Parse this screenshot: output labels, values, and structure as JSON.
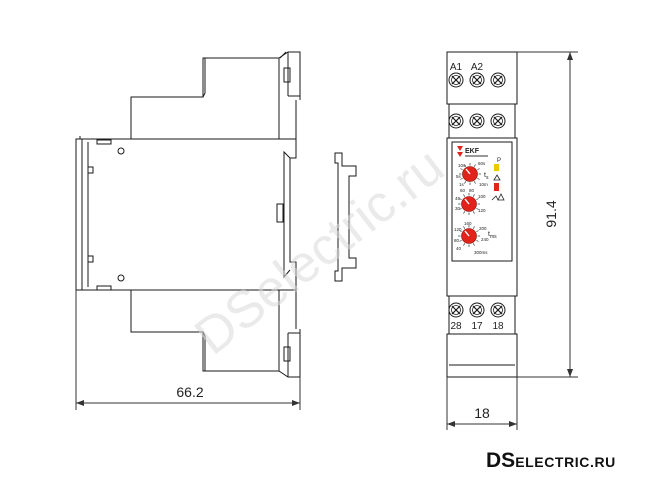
{
  "dimensions": {
    "width": "66.2",
    "front_width": "18",
    "height": "91.4"
  },
  "terminals": {
    "top": [
      "A1",
      "A2"
    ],
    "bottom": [
      "28",
      "17",
      "18"
    ]
  },
  "front_panel": {
    "brand": "EKF",
    "indicator_p": "P",
    "knob1_label": "t",
    "knob1_sub": "s",
    "knob3_label": "t",
    "knob3_sub": "ms",
    "knob1_scale": [
      "10s",
      "5s",
      "1s",
      "10m",
      "60s"
    ],
    "knob2_scale": [
      "30",
      "60",
      "80",
      "100",
      "120",
      "45"
    ],
    "knob3_scale": [
      "160",
      "120",
      "200",
      "240",
      "80",
      "40",
      "300ms"
    ]
  },
  "watermark": "DSelectric.ru",
  "site_logo": {
    "prefix": "DS",
    "rest": "ELECTRIC.RU"
  },
  "colors": {
    "line": "#1a1a1a",
    "knob": "#e0241b",
    "led_yellow": "#f2c500",
    "led_red": "#e0241b",
    "watermark": "#d9d9d9"
  }
}
